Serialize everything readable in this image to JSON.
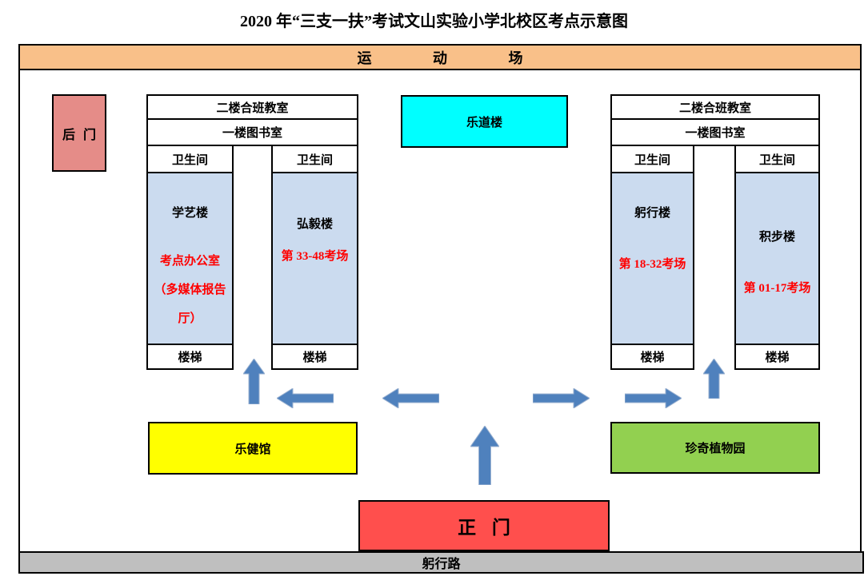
{
  "page": {
    "title": "2020 年“三支一扶”考试文山实验小学北校区考点示意图"
  },
  "sports_field": {
    "label": "运 动 场",
    "color": "#F9C089"
  },
  "back_gate": {
    "label": "后 门",
    "color": "#E58C88"
  },
  "ledao_building": {
    "label": "乐道楼",
    "color": "#00FFFF"
  },
  "left_complex": {
    "second_floor": "二楼合班教室",
    "first_floor": "一楼图书室",
    "towers": [
      {
        "restroom": "卫生间",
        "name": "学艺楼",
        "exam_note": "考点办公室\n（多媒体报告\n厅）",
        "stairs": "楼梯"
      },
      {
        "restroom": "卫生间",
        "name": "弘毅楼",
        "exam_note": "第 33-48考场",
        "stairs": "楼梯"
      }
    ]
  },
  "right_complex": {
    "second_floor": "二楼合班教室",
    "first_floor": "一楼图书室",
    "towers": [
      {
        "restroom": "卫生间",
        "name": "躬行楼",
        "exam_note": "第 18-32考场",
        "stairs": "楼梯"
      },
      {
        "restroom": "卫生间",
        "name": "积步楼",
        "exam_note": "第 01-17考场",
        "stairs": "楼梯"
      }
    ]
  },
  "gym": {
    "label": "乐健馆",
    "color": "#FFFF00"
  },
  "garden": {
    "label": "珍奇植物园",
    "color": "#92D050"
  },
  "main_gate": {
    "label": "正 门",
    "color": "#FF4F4D"
  },
  "road": {
    "label": "躬行路",
    "color": "#BFBFBF"
  },
  "accents": {
    "tower_fill": "#CBDBEF",
    "arrow_blue": "#4F81BD",
    "exam_text_red": "#FF0000",
    "border_black": "#000000"
  }
}
